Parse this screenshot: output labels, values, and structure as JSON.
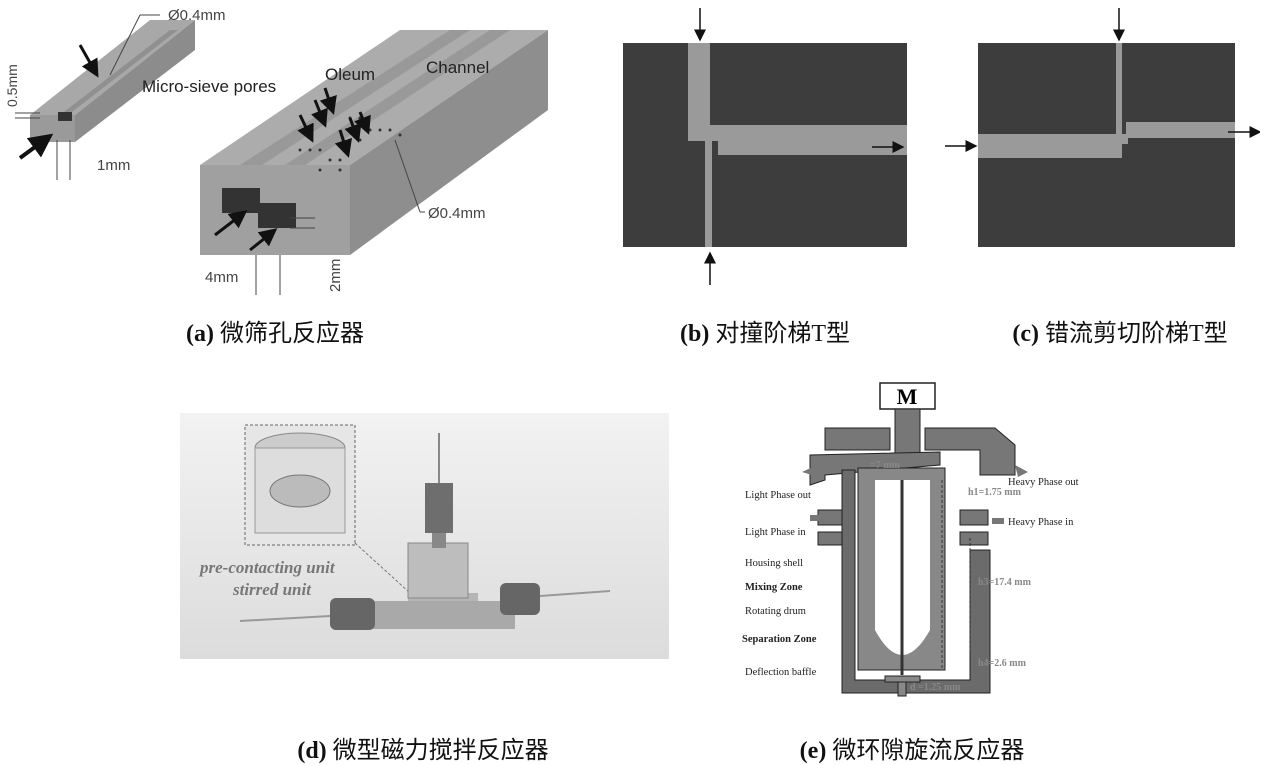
{
  "panel_a": {
    "label": "(a)",
    "caption": "微筛孔反应器",
    "texts": {
      "dia_small": "Ø0.4mm",
      "dim_05": "0.5mm",
      "dim_1": "1mm",
      "micro_sieve": "Micro-sieve pores",
      "oleum": "Oleum",
      "channel": "Channel",
      "dia_large": "Ø0.4mm",
      "dim_4": "4mm",
      "dim_2": "2mm"
    }
  },
  "panel_b": {
    "label": "(b)",
    "caption": "对撞阶梯T型"
  },
  "panel_c": {
    "label": "(c)",
    "caption": "错流剪切阶梯T型"
  },
  "panel_d": {
    "label": "(d)",
    "caption": "微型磁力搅拌反应器",
    "texts": {
      "pre_contacting": "pre-contacting unit",
      "stirred": "stirred unit"
    }
  },
  "panel_e": {
    "label": "(e)",
    "caption": "微环隙旋流反应器",
    "texts": {
      "motor": "M",
      "d7": "=7 mm",
      "light_out": "Light Phase out",
      "light_in": "Light Phase in",
      "heavy_out": "Heavy Phase out",
      "heavy_in": "Heavy Phase in",
      "h1": "h1=1.75 mm",
      "h3": "h3=17.4 mm",
      "h4": "h4=2.6 mm",
      "d": "d =1.25 mm",
      "housing": "Housing shell",
      "mixing": "Mixing Zone",
      "drum": "Rotating drum",
      "separation": "Separation Zone",
      "baffle": "Deflection baffle"
    }
  }
}
